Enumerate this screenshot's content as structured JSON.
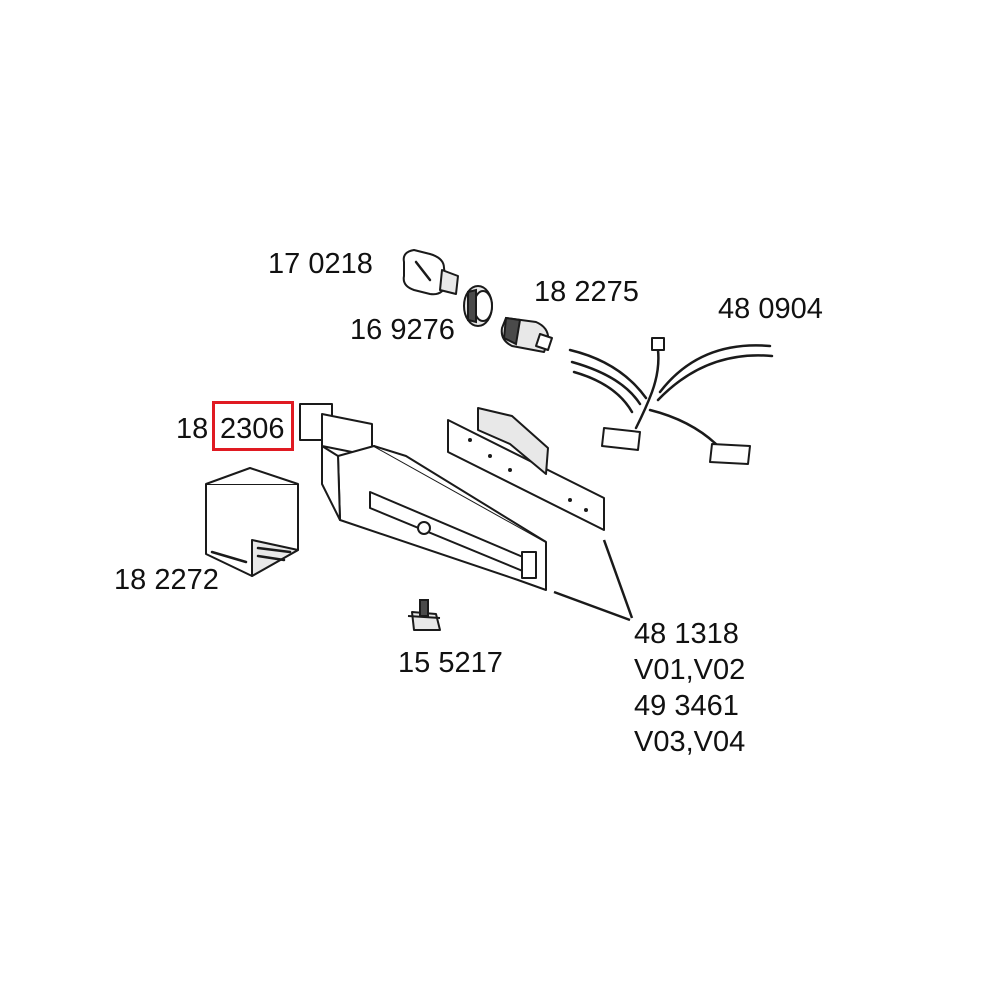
{
  "diagram": {
    "callouts": {
      "bulb": "17 0218",
      "lamp_ring": "16 9276",
      "lamp_holder": "18 2275",
      "wiring_harness": "48 0904",
      "cover_prefix": "18",
      "cover_number": "2306",
      "bracket_cover": "18 2272",
      "switch": "15 5217",
      "module_line1": "48 1318",
      "module_line2": "V01,V02",
      "module_line3": "49 3461",
      "module_line4": "V03,V04"
    },
    "highlight_color": "#e01a22"
  }
}
